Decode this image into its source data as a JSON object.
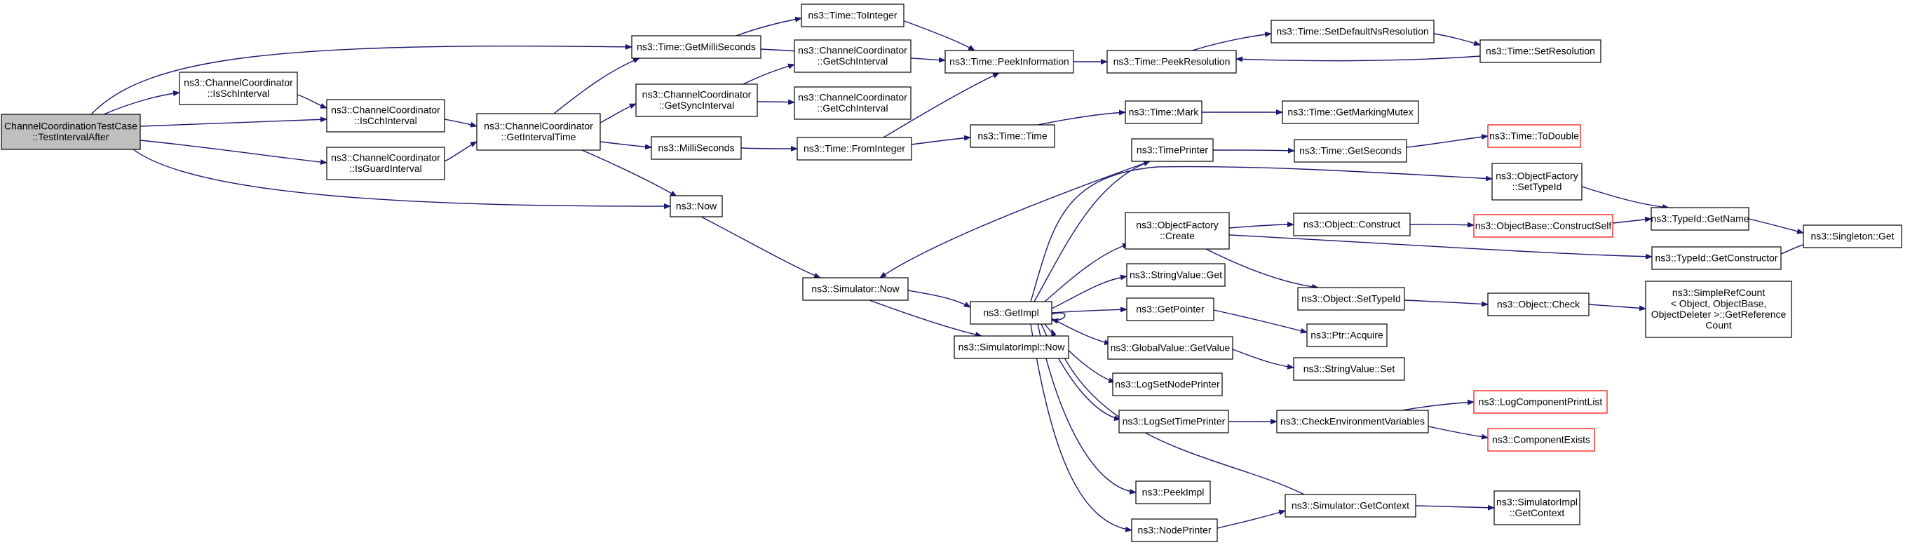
{
  "graph": {
    "title": "",
    "edge_color": "#191970",
    "truncated_border_color": "#ff0000",
    "root_fill": "#bfbfbf",
    "nodes": [
      {
        "id": "root",
        "lines": [
          "ChannelCoordinationTestCase",
          "::TestIntervalAfter"
        ],
        "root": true
      },
      {
        "id": "issch",
        "lines": [
          "ns3::ChannelCoordinator",
          "::IsSchInterval"
        ]
      },
      {
        "id": "iscch",
        "lines": [
          "ns3::ChannelCoordinator",
          "::IsCchInterval"
        ]
      },
      {
        "id": "isguard",
        "lines": [
          "ns3::ChannelCoordinator",
          "::IsGuardInterval"
        ]
      },
      {
        "id": "getint",
        "lines": [
          "ns3::ChannelCoordinator",
          "::GetIntervalTime"
        ]
      },
      {
        "id": "getms",
        "lines": [
          "ns3::Time::GetMilliSeconds"
        ]
      },
      {
        "id": "toint",
        "lines": [
          "ns3::Time::ToInteger"
        ]
      },
      {
        "id": "getsync",
        "lines": [
          "ns3::ChannelCoordinator",
          "::GetSyncInterval"
        ]
      },
      {
        "id": "getsch",
        "lines": [
          "ns3::ChannelCoordinator",
          "::GetSchInterval"
        ]
      },
      {
        "id": "getcch",
        "lines": [
          "ns3::ChannelCoordinator",
          "::GetCchInterval"
        ]
      },
      {
        "id": "millis",
        "lines": [
          "ns3::MilliSeconds"
        ]
      },
      {
        "id": "now",
        "lines": [
          "ns3::Now"
        ]
      },
      {
        "id": "peekinfo",
        "lines": [
          "ns3::Time::PeekInformation"
        ]
      },
      {
        "id": "peekres",
        "lines": [
          "ns3::Time::PeekResolution"
        ]
      },
      {
        "id": "setdef",
        "lines": [
          "ns3::Time::SetDefaultNsResolution"
        ]
      },
      {
        "id": "setres",
        "lines": [
          "ns3::Time::SetResolution"
        ]
      },
      {
        "id": "fromint",
        "lines": [
          "ns3::Time::FromInteger"
        ]
      },
      {
        "id": "time",
        "lines": [
          "ns3::Time::Time"
        ]
      },
      {
        "id": "mark",
        "lines": [
          "ns3::Time::Mark"
        ]
      },
      {
        "id": "mutex",
        "lines": [
          "ns3::Time::GetMarkingMutex"
        ]
      },
      {
        "id": "todouble",
        "lines": [
          "ns3::Time::ToDouble"
        ],
        "truncated": true
      },
      {
        "id": "tprinter",
        "lines": [
          "ns3::TimePrinter"
        ]
      },
      {
        "id": "getsec",
        "lines": [
          "ns3::Time::GetSeconds"
        ]
      },
      {
        "id": "simnow",
        "lines": [
          "ns3::Simulator::Now"
        ]
      },
      {
        "id": "simimplnow",
        "lines": [
          "ns3::SimulatorImpl::Now"
        ]
      },
      {
        "id": "getimpl",
        "lines": [
          "ns3::GetImpl"
        ]
      },
      {
        "id": "ofcreate",
        "lines": [
          "ns3::ObjectFactory",
          "::Create"
        ]
      },
      {
        "id": "ofsettype",
        "lines": [
          "ns3::ObjectFactory",
          "::SetTypeId"
        ]
      },
      {
        "id": "objconstruct",
        "lines": [
          "ns3::Object::Construct"
        ]
      },
      {
        "id": "constructself",
        "lines": [
          "ns3::ObjectBase::ConstructSelf"
        ],
        "truncated": true
      },
      {
        "id": "tidname",
        "lines": [
          "ns3::TypeId::GetName"
        ]
      },
      {
        "id": "singleton",
        "lines": [
          "ns3::Singleton::Get"
        ]
      },
      {
        "id": "getctor",
        "lines": [
          "ns3::TypeId::GetConstructor"
        ]
      },
      {
        "id": "objsettype",
        "lines": [
          "ns3::Object::SetTypeId"
        ]
      },
      {
        "id": "objcheck",
        "lines": [
          "ns3::Object::Check"
        ]
      },
      {
        "id": "refcount",
        "lines": [
          "ns3::SimpleRefCount",
          "< Object, ObjectBase,",
          "ObjectDeleter >::GetReference",
          "Count"
        ]
      },
      {
        "id": "svget",
        "lines": [
          "ns3::StringValue::Get"
        ]
      },
      {
        "id": "getptr",
        "lines": [
          "ns3::GetPointer"
        ]
      },
      {
        "id": "acquire",
        "lines": [
          "ns3::Ptr::Acquire"
        ]
      },
      {
        "id": "gvget",
        "lines": [
          "ns3::GlobalValue::GetValue"
        ]
      },
      {
        "id": "svset",
        "lines": [
          "ns3::StringValue::Set"
        ]
      },
      {
        "id": "lsnp",
        "lines": [
          "ns3::LogSetNodePrinter"
        ]
      },
      {
        "id": "lstp",
        "lines": [
          "ns3::LogSetTimePrinter"
        ]
      },
      {
        "id": "checkenv",
        "lines": [
          "ns3::CheckEnvironmentVariables"
        ]
      },
      {
        "id": "lcpl",
        "lines": [
          "ns3::LogComponentPrintList"
        ],
        "truncated": true
      },
      {
        "id": "compexists",
        "lines": [
          "ns3::ComponentExists"
        ],
        "truncated": true
      },
      {
        "id": "peekimpl",
        "lines": [
          "ns3::PeekImpl"
        ]
      },
      {
        "id": "nprinter",
        "lines": [
          "ns3::NodePrinter"
        ]
      },
      {
        "id": "simctx",
        "lines": [
          "ns3::Simulator::GetContext"
        ]
      },
      {
        "id": "simimplctx",
        "lines": [
          "ns3::SimulatorImpl",
          "::GetContext"
        ]
      }
    ]
  }
}
